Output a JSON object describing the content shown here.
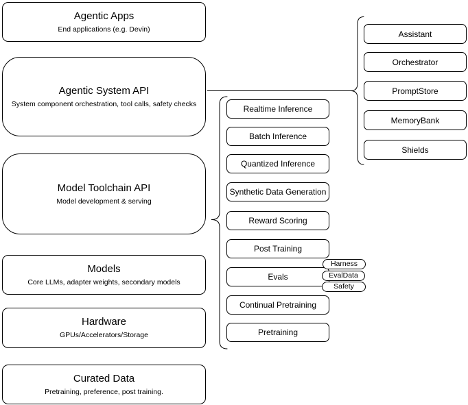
{
  "diagram_title": "Agentic stack layers diagram",
  "colors": {
    "stroke": "#000000",
    "node_fill": "#ffffff",
    "background": "#ffffff"
  },
  "left_column": [
    {
      "title": "Agentic Apps",
      "subtitle": "End applications (e.g. Devin)"
    },
    {
      "title": "Agentic System API",
      "subtitle": "System component orchestration, tool calls, safety checks"
    },
    {
      "title": "Model Toolchain API",
      "subtitle": "Model development & serving"
    },
    {
      "title": "Models",
      "subtitle": "Core LLMs, adapter weights, secondary models"
    },
    {
      "title": "Hardware",
      "subtitle": "GPUs/Accelerators/Storage"
    },
    {
      "title": "Curated Data",
      "subtitle": "Pretraining, preference, post training."
    }
  ],
  "middle_column": [
    "Realtime Inference",
    "Batch Inference",
    "Quantized Inference",
    "Synthetic Data Generation",
    "Reward Scoring",
    "Post Training",
    "Evals",
    "Continual Pretraining",
    "Pretraining"
  ],
  "eval_pills": [
    "Harness",
    "EvalData",
    "Safety"
  ],
  "right_column": [
    "Assistant",
    "Orchestrator",
    "PromptStore",
    "MemoryBank",
    "Shields"
  ]
}
